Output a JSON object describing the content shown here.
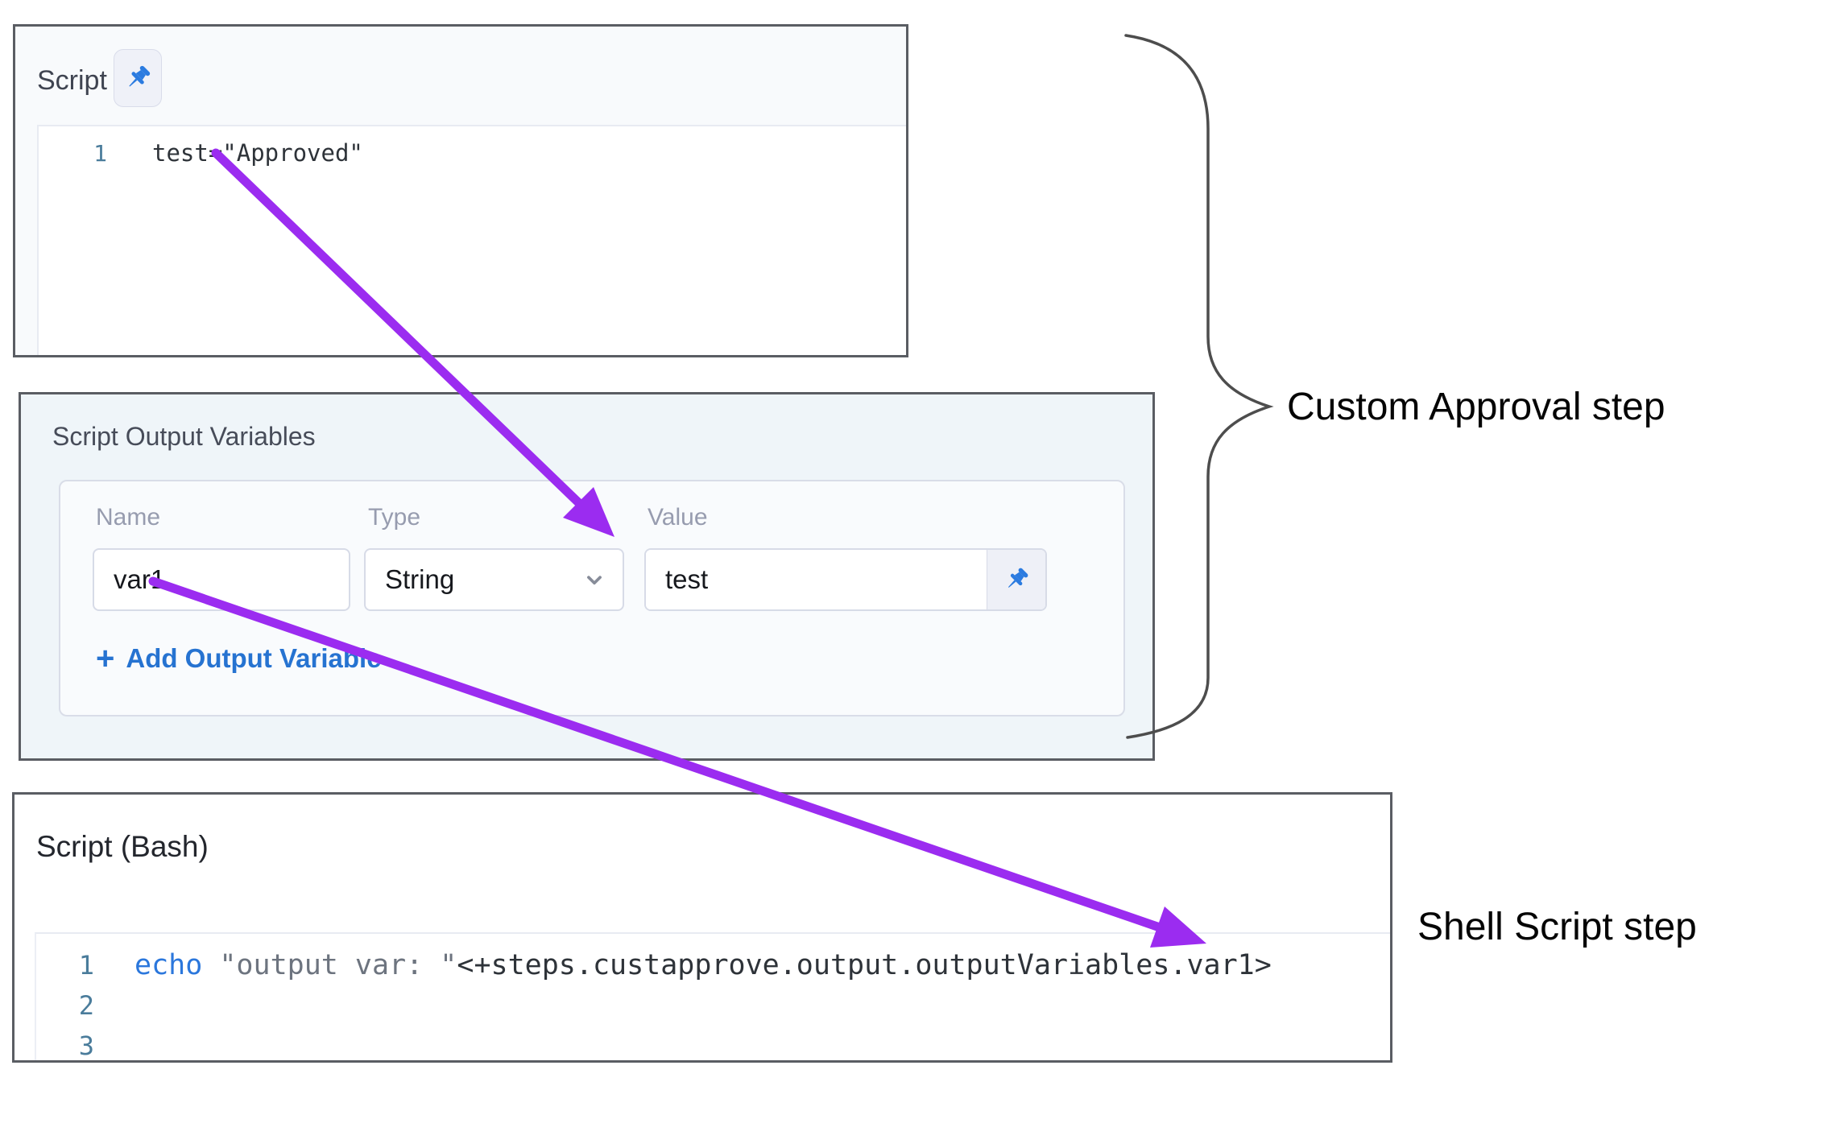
{
  "script_panel": {
    "title": "Script",
    "line_number": "1",
    "code": "test=\"Approved\""
  },
  "output_variables_panel": {
    "title": "Script Output Variables",
    "columns": {
      "name": "Name",
      "type": "Type",
      "value": "Value"
    },
    "row": {
      "name": "var1",
      "type": "String",
      "value": "test"
    },
    "add_button": {
      "plus": "+",
      "label": "Add Output Variable"
    }
  },
  "bash_panel": {
    "title": "Script (Bash)",
    "line1": {
      "number": "1",
      "keyword": "echo ",
      "string": "\"output var: \"",
      "expression": "<+steps.custapprove.output.outputVariables.var1>"
    },
    "line2": {
      "number": "2"
    },
    "line3": {
      "number": "3"
    }
  },
  "annotations": {
    "custom_approval": "Custom Approval step",
    "shell_script": "Shell Script step"
  },
  "icons": {
    "pin": "pushpin-icon",
    "trash": "trash-icon",
    "chevron": "chevron-down-icon"
  },
  "colors": {
    "arrow_purple": "#9B2CF0",
    "brace_gray": "#4D4D4D",
    "link_blue": "#2673D1",
    "pin_blue": "#2B7BE0",
    "keyword_blue": "#2B77DC",
    "panel_border": "#5A5D63",
    "panel2_bg": "#EFF5F9"
  }
}
